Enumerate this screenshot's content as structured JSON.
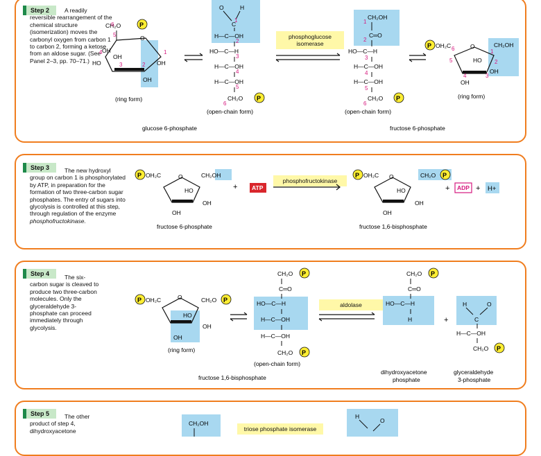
{
  "steps": [
    {
      "tab": "Step 2",
      "lead": "A readily",
      "text": "reversible rearrangement of the chemical structure (isomerization) moves the carbonyl oxygen from carbon 1 to carbon 2, forming a ketose from an aldose sugar. (See Panel 2–3, pp. 70–71.)",
      "enzyme": [
        "phosphoglucose",
        "isomerase"
      ],
      "labels": {
        "ring_form_left": "(ring form)",
        "open_chain_left": "(open-chain form)",
        "open_chain_right": "(open-chain form)",
        "ring_form_right": "(ring form)",
        "substrate": "glucose 6-phosphate",
        "product": "fructose 6-phosphate"
      }
    },
    {
      "tab": "Step 3",
      "lead": "The new hydroxyl",
      "text": "group on carbon 1 is phosphorylated by ATP, in preparation for the formation of two three-carbon sugar phosphates. The entry of sugars into glycolysis is controlled at this step, through regulation of the enzyme",
      "text_italic": "phosphofructokinase.",
      "enzyme": [
        "phosphofructokinase"
      ],
      "atp": "ATP",
      "adp": "ADP",
      "hplus": "H+",
      "labels": {
        "substrate": "fructose 6-phosphate",
        "product": "fructose 1,6-bisphosphate"
      }
    },
    {
      "tab": "Step 4",
      "lead": "The six-",
      "text": "carbon sugar is cleaved to produce two three-carbon molecules. Only the glyceraldehyde 3-phosphate can proceed immediately through glycolysis.",
      "enzyme": [
        "aldolase"
      ],
      "labels": {
        "ring_form": "(ring form)",
        "open_chain": "(open-chain form)",
        "substrate": "fructose 1,6-bisphosphate",
        "product_a": [
          "dihydroxyacetone",
          "phosphate"
        ],
        "product_b": [
          "glyceraldehyde",
          "3-phosphate"
        ]
      }
    },
    {
      "tab": "Step 5",
      "lead": "The other",
      "text": "product of step 4, dihydroxyacetone",
      "enzyme": [
        "triose phosphate isomerase"
      ]
    }
  ],
  "chem": {
    "P": "P",
    "CH2O": "CH₂O",
    "CH2OH": "CH₂OH",
    "POH2C": "OH₂C",
    "OH": "OH",
    "HO": "HO",
    "O": "O",
    "H": "H",
    "C": "C",
    "H_C_OH": "H—C—OH",
    "HO_C_H": "HO—C—H",
    "H_C": "H—C",
    "C_eq_O": "C═O",
    "CH2OH_top": "CH₂OH"
  },
  "colors": {
    "panel_border": "#f07d1e",
    "highlight": "#a8d8f0",
    "phosphate_fill": "#ffee33",
    "enzyme_bg": "#fff8a8",
    "atp_red": "#d9262c",
    "adp_pink": "#d6187e",
    "carbon_number": "#d6187e",
    "step_tab_green": "#1e8a4a"
  }
}
